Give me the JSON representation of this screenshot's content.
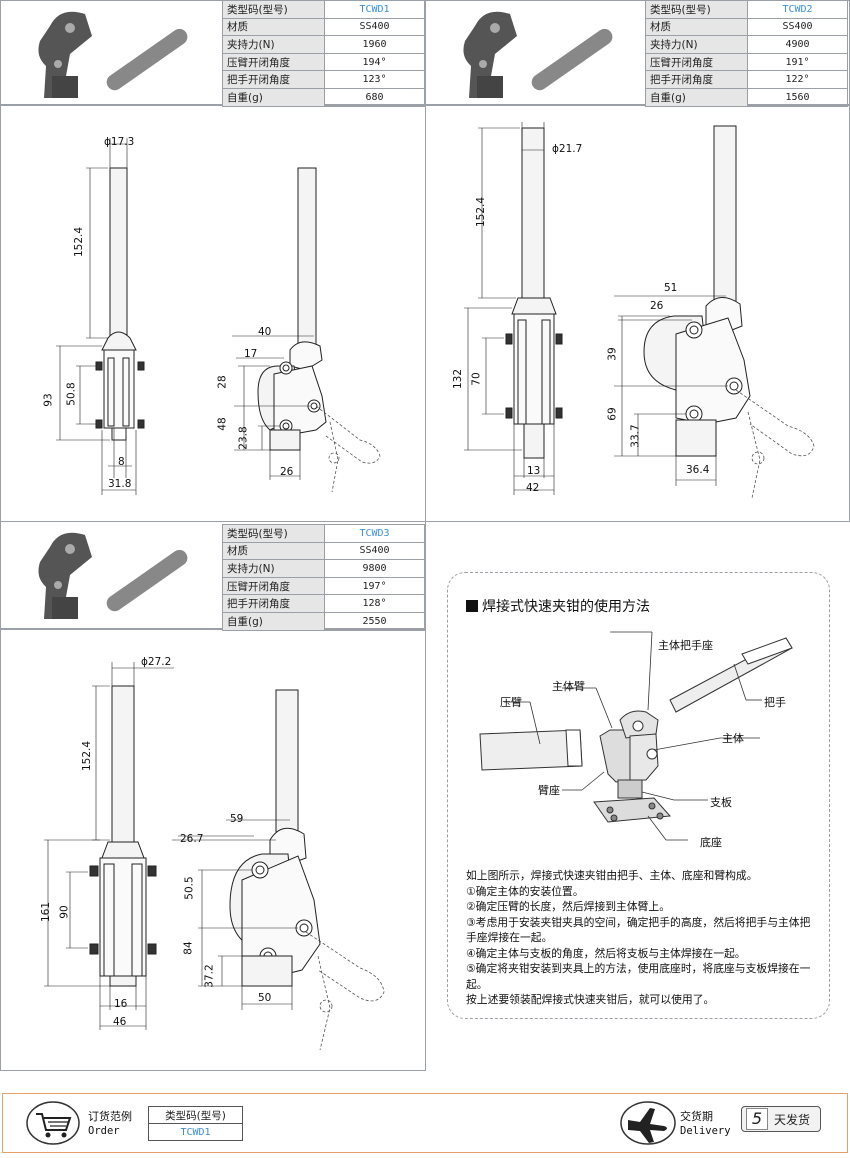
{
  "spec_labels": {
    "model": "类型码(型号)",
    "material": "材质",
    "force": "夹持力(N)",
    "arm_angle": "压臂开闭角度",
    "handle_angle": "把手开闭角度",
    "weight": "自重(g)"
  },
  "products": [
    {
      "model": "TCWD1",
      "material": "SS400",
      "force": "1960",
      "arm_angle": "194°",
      "handle_angle": "123°",
      "weight": "680",
      "dims": {
        "dia": "ϕ17.3",
        "len": "152.4",
        "h": "93",
        "hole": "50.8",
        "w1": "8",
        "w2": "31.8",
        "a": "40",
        "b": "17",
        "c": "28",
        "d": "48",
        "e": "23.8",
        "f": "26"
      }
    },
    {
      "model": "TCWD2",
      "material": "SS400",
      "force": "4900",
      "arm_angle": "191°",
      "handle_angle": "122°",
      "weight": "1560",
      "dims": {
        "dia": "ϕ21.7",
        "len": "152.4",
        "h": "132",
        "hole": "70",
        "w1": "13",
        "w2": "42",
        "a": "51",
        "b": "26",
        "c": "39",
        "d": "69",
        "e": "33.7",
        "f": "36.4"
      }
    },
    {
      "model": "TCWD3",
      "material": "SS400",
      "force": "9800",
      "arm_angle": "197°",
      "handle_angle": "128°",
      "weight": "2550",
      "dims": {
        "dia": "ϕ27.2",
        "len": "152.4",
        "h": "161",
        "hole": "90",
        "w1": "16",
        "w2": "46",
        "a": "59",
        "b": "26.7",
        "c": "50.5",
        "d": "84",
        "e": "37.2",
        "f": "50"
      }
    }
  ],
  "usage": {
    "title": "焊接式快速夹钳的使用方法",
    "callouts": {
      "base_handle": "主体把手座",
      "main_arm": "主体臂",
      "arm": "压臂",
      "handle": "把手",
      "body": "主体",
      "arm_seat": "臂座",
      "plate": "支板",
      "base": "底座"
    },
    "lines": [
      "如上图所示，焊接式快速夹钳由把手、主体、底座和臂构成。",
      "①确定主体的安装位置。",
      "②确定压臂的长度，然后焊接到主体臂上。",
      "③考虑用于安装夹钳夹具的空间，确定把手的高度，然后将把手与主体把手座焊接在一起。",
      "④确定主体与支板的角度，然后将支板与主体焊接在一起。",
      "⑤确定将夹钳安装到夹具上的方法，使用底座时，将底座与支板焊接在一起。",
      "按上述要领装配焊接式快速夹钳后，就可以使用了。"
    ]
  },
  "footer": {
    "order_cn": "订货范例",
    "order_en": "Order",
    "order_header": "类型码(型号)",
    "order_model": "TCWD1",
    "delivery_cn": "交货期",
    "delivery_en": "Delivery",
    "days": "5",
    "days_label": "天发货"
  },
  "colors": {
    "accent": "#3b8fd6",
    "border": "#9aa0a6",
    "footer_border": "#e6a06a",
    "label_bg": "#e6e6e6"
  }
}
